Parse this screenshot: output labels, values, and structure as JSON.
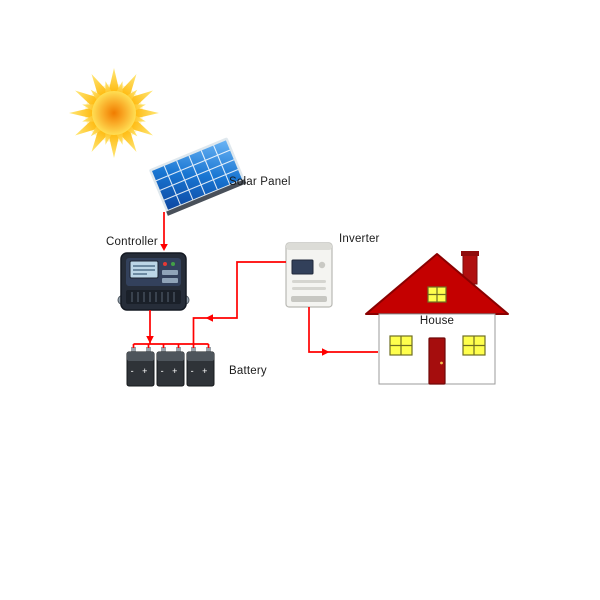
{
  "diagram": {
    "type": "solar-power-system",
    "labels": {
      "solar_panel": "Solar Panel",
      "controller": "Controller",
      "inverter": "Inverter",
      "battery": "Battery",
      "house": "House"
    },
    "battery_markings": "- +",
    "components": [
      "sun",
      "solar-panel",
      "controller",
      "battery-bank",
      "inverter",
      "house"
    ],
    "connections": [
      {
        "from": "solar-panel",
        "to": "controller"
      },
      {
        "from": "controller",
        "to": "battery-bank"
      },
      {
        "from": "battery-bank",
        "to": "inverter"
      },
      {
        "from": "inverter",
        "to": "house"
      }
    ]
  },
  "colors": {
    "wire": "#ff0000",
    "roof": "#c40000",
    "door": "#a50d0d",
    "window": "#ffff4d",
    "panel_blue": "#1976d2",
    "label": "#1b1b1b"
  }
}
